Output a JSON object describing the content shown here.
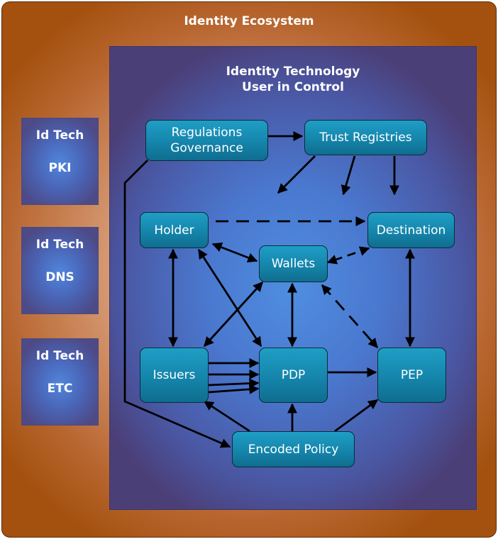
{
  "ecosystem": {
    "title": "Identity Ecosystem"
  },
  "technology": {
    "title_line1": "Identity Technology",
    "title_line2": "User in Control"
  },
  "side_boxes": [
    {
      "line1": "Id Tech",
      "line2": "PKI"
    },
    {
      "line1": "Id Tech",
      "line2": "DNS"
    },
    {
      "line1": "Id Tech",
      "line2": "ETC"
    }
  ],
  "nodes": {
    "regulations": {
      "line1": "Regulations",
      "line2": "Governance"
    },
    "trust_registries": "Trust Registries",
    "holder": "Holder",
    "destination": "Destination",
    "wallets": "Wallets",
    "issuers": "Issuers",
    "pdp": "PDP",
    "pep": "PEP",
    "encoded_policy": "Encoded Policy"
  },
  "colors": {
    "outer_border": "#5a2c08",
    "node_fill": "#1585ab",
    "arrow": "#000000"
  }
}
